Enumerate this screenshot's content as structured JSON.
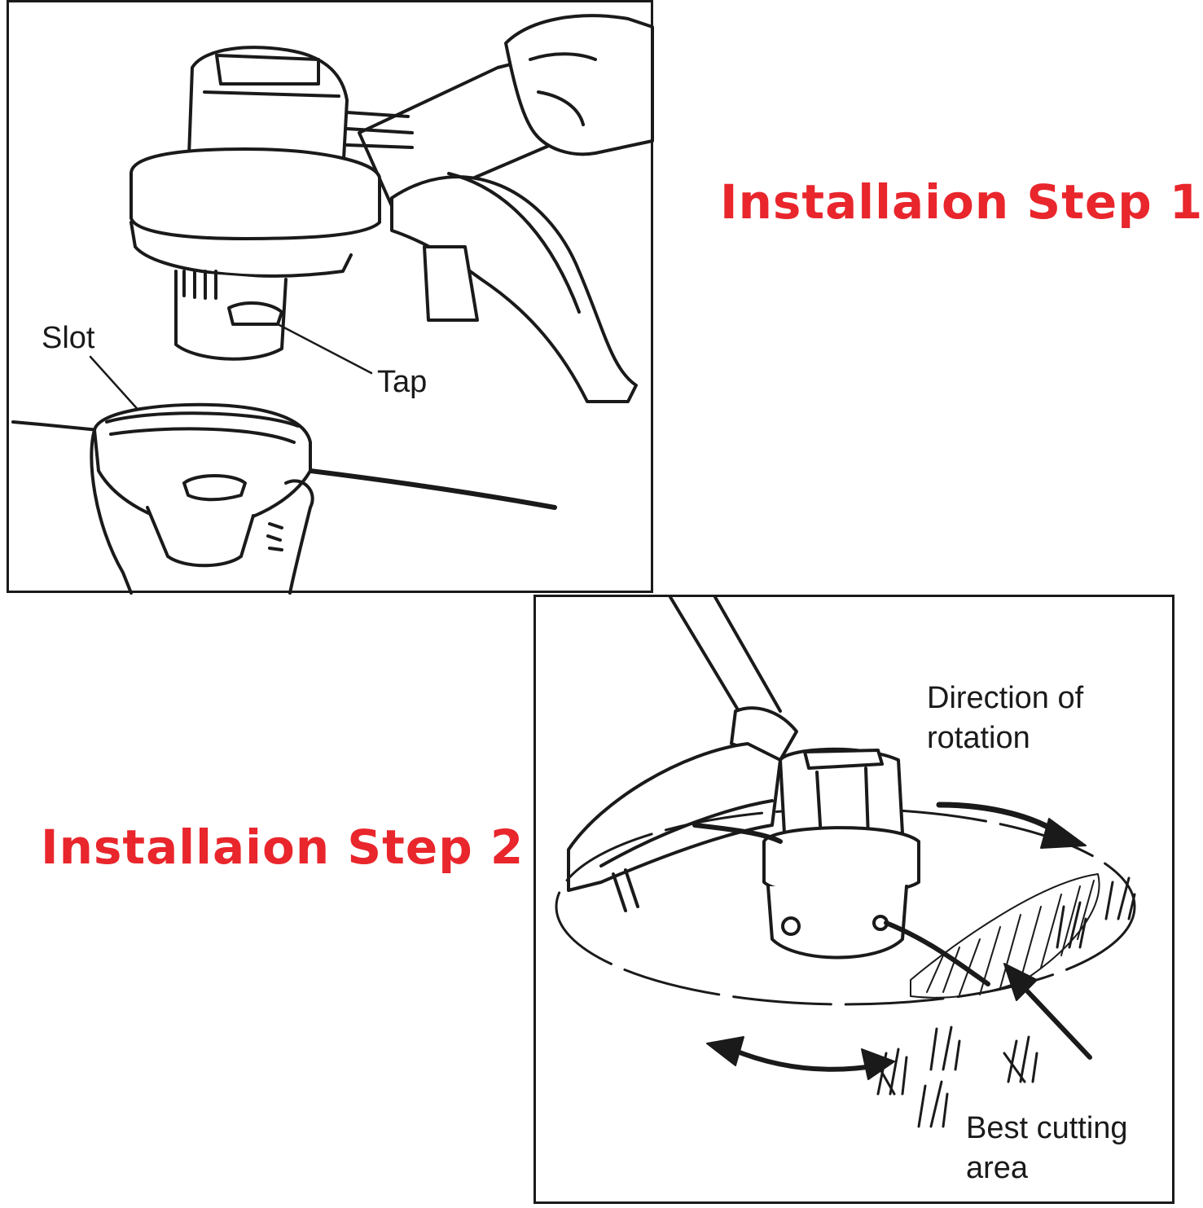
{
  "step1": {
    "title": "Installaion Step 1",
    "labels": {
      "slot": "Slot",
      "tap": "Tap"
    }
  },
  "step2": {
    "title": "Installaion Step 2",
    "labels": {
      "direction_line1": "Direction of",
      "direction_line2": "rotation",
      "best_line1": "Best cutting",
      "best_line2": "area"
    }
  },
  "colors": {
    "title_red": "#e8262c",
    "line": "#1a1a1a"
  }
}
